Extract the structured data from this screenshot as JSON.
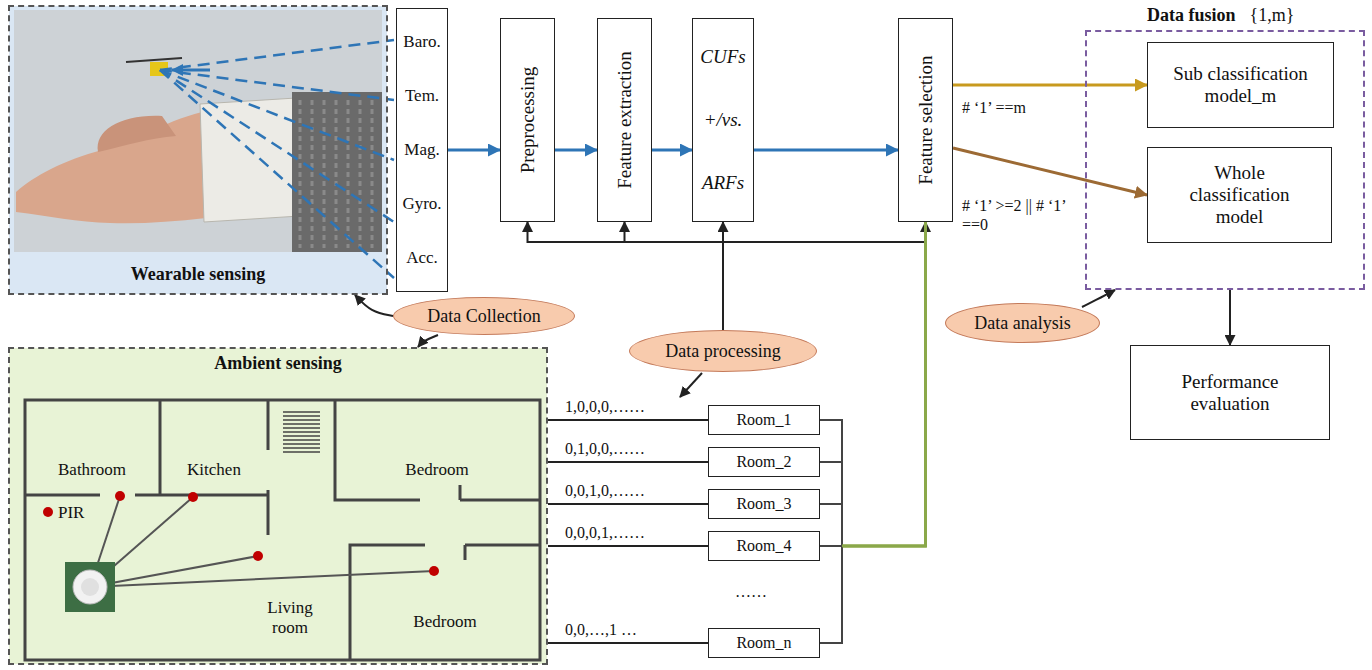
{
  "diagram": {
    "nodes": [
      {
        "text": [
          "Wearable sensing"
        ]
      },
      {
        "text": [
          "Baro.",
          "Tem.",
          "Mag.",
          "Gyro.",
          "Acc."
        ]
      },
      {
        "text": [
          "Preprocessing"
        ]
      },
      {
        "text": [
          "Feature extraction"
        ]
      },
      {
        "text": [
          "CUFs",
          "+/vs.",
          "ARFs"
        ]
      },
      {
        "text": [
          "Feature selection"
        ]
      },
      {
        "text": [
          "Data fusion",
          "{1,m}"
        ]
      },
      {
        "text": [
          "Sub classification model_m"
        ],
        "in": 6
      },
      {
        "text": [
          "Whole classification model"
        ],
        "in": 6
      },
      {
        "text": [
          "Performance evaluation"
        ]
      },
      {
        "text": [
          "Data Collection"
        ]
      },
      {
        "text": [
          "Data processing"
        ]
      },
      {
        "text": [
          "Data analysis"
        ]
      },
      {
        "text": [
          "Ambient sensing"
        ]
      },
      {
        "text": [
          "Room_1"
        ]
      },
      {
        "text": [
          "Room_2"
        ]
      },
      {
        "text": [
          "Room_3"
        ]
      },
      {
        "text": [
          "Room_4"
        ]
      },
      {
        "text": [
          "Room_n"
        ]
      }
    ],
    "edges": [
      {
        "from": 1,
        "to": 2,
        "arrow": "to"
      },
      {
        "from": 2,
        "to": 3,
        "arrow": "to"
      },
      {
        "from": 3,
        "to": 4,
        "arrow": "to"
      },
      {
        "from": 4,
        "to": 5,
        "arrow": "to"
      },
      {
        "from": 5,
        "to": 7,
        "arrow": "to",
        "label": "# ‘1’ ==m"
      },
      {
        "from": 5,
        "to": 8,
        "arrow": "to",
        "label": "# ‘1’ >=2 || # ‘1’ ==0"
      },
      {
        "from": 6,
        "to": 9,
        "arrow": "to"
      },
      {
        "from": 10,
        "to": 0,
        "arrow": "to"
      },
      {
        "from": 10,
        "to": 13,
        "arrow": "to"
      },
      {
        "from": 11,
        "to": 2,
        "arrow": "to"
      },
      {
        "from": 11,
        "to": 3,
        "arrow": "to"
      },
      {
        "from": 11,
        "to": 4,
        "arrow": "to"
      },
      {
        "from": 11,
        "to": 5,
        "arrow": "to"
      },
      {
        "from": 12,
        "to": 6,
        "arrow": "to"
      },
      {
        "from": 14,
        "to": 5,
        "arrow": "none"
      },
      {
        "from": 15,
        "to": 5,
        "arrow": "none"
      },
      {
        "from": 16,
        "to": 5,
        "arrow": "none"
      },
      {
        "from": 17,
        "to": 5,
        "arrow": "none"
      },
      {
        "from": 18,
        "to": 5,
        "arrow": "none"
      }
    ],
    "labels": [
      "1,0,0,0,……",
      "0,1,0,0,……",
      "0,0,1,0,……",
      "0,0,0,1,……",
      "……",
      "0,0,…,1 …",
      "Bathroom",
      "Kitchen",
      "Bedroom",
      "PIR",
      "Living room",
      "Bedroom"
    ]
  }
}
